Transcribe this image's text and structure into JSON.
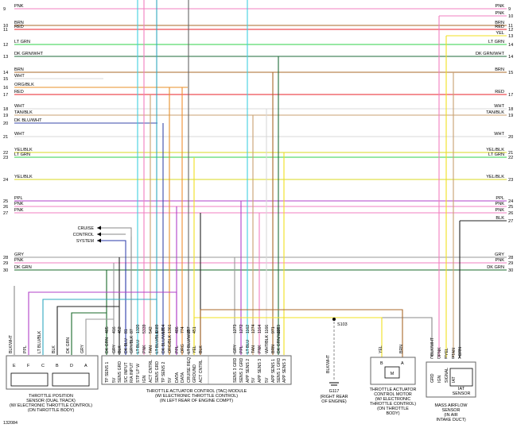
{
  "colors": {
    "PNK": "#f27fc0",
    "BRN": "#a8682a",
    "RED": "#e8202a",
    "LT GRN": "#2fd14a",
    "DK GRN/WHT": "#1e6b3a",
    "WHT": "#d8d8d8",
    "ORG/BLK": "#e8902a",
    "TAN/BLK": "#c8a070",
    "DK BLU/WHT": "#3a4aa8",
    "YEL/BLK": "#d8d820",
    "PPL": "#b040c8",
    "GRY": "#999999",
    "DK GRN": "#1a6a2a",
    "BLK": "#222222",
    "YEL": "#f0e020",
    "LT BLU": "#40d0e0",
    "DK BLU": "#2a3aa8",
    "LT BLU/BLK": "#30a8c0",
    "TAN": "#c8a070",
    "GRY/BLK": "#888888",
    "ORG": "#f09030",
    "DK GRN/WHT2": "#1e6b3a",
    "box": "#333333"
  },
  "rows": [
    {
      "num": "9",
      "left": "PNK",
      "right": "PNK",
      "rnum": "9",
      "color": "PNK"
    },
    {
      "num": "10",
      "left": "BRN",
      "right": "BRN",
      "rnum": "11",
      "color": "BRN"
    },
    {
      "num": "11",
      "left": "RED",
      "right": "RED",
      "rnum": "12",
      "color": "RED"
    },
    {
      "num": "12",
      "left": "LT GRN",
      "right": "LT GRN",
      "rnum": "14",
      "color": "LT GRN"
    },
    {
      "num": "13",
      "left": "DK GRN/WHT",
      "right": "DK GRN/WHT",
      "rnum": "14",
      "color": "DK GRN/WHT"
    },
    {
      "num": "14",
      "left": "BRN",
      "right": "BRN",
      "rnum": "15",
      "color": "BRN"
    },
    {
      "num": "15",
      "left": "WHT",
      "right": "",
      "rnum": "",
      "color": "WHT"
    },
    {
      "num": "16",
      "left": "ORG/BLK",
      "right": "",
      "rnum": "",
      "color": "ORG/BLK"
    },
    {
      "num": "17",
      "left": "RED",
      "right": "RED",
      "rnum": "17",
      "color": "RED"
    },
    {
      "num": "18",
      "left": "WHT",
      "right": "WHT",
      "rnum": "18",
      "color": "WHT"
    },
    {
      "num": "19",
      "left": "TAN/BLK",
      "right": "TAN/BLK",
      "rnum": "19",
      "color": "TAN/BLK"
    },
    {
      "num": "20",
      "left": "DK BLU/WHT",
      "right": "",
      "rnum": "",
      "color": "DK BLU/WHT"
    },
    {
      "num": "21",
      "left": "WHT",
      "right": "WHT",
      "rnum": "20",
      "color": "WHT"
    },
    {
      "num": "22",
      "left": "YEL/BLK",
      "right": "YEL/BLK",
      "rnum": "21",
      "color": "YEL/BLK"
    },
    {
      "num": "23",
      "left": "LT GRN",
      "right": "LT GRN",
      "rnum": "22",
      "color": "LT GRN"
    },
    {
      "num": "24",
      "left": "YEL/BLK",
      "right": "YEL/BLK",
      "rnum": "23",
      "color": "YEL/BLK"
    },
    {
      "num": "25",
      "left": "PPL",
      "right": "PPL",
      "rnum": "24",
      "color": "PPL"
    },
    {
      "num": "26",
      "left": "PNK",
      "right": "PNK",
      "rnum": "25",
      "color": "PNK"
    },
    {
      "num": "27",
      "left": "PNK",
      "right": "PNK",
      "rnum": "26",
      "color": "PNK"
    },
    {
      "num": "28",
      "left": "GRY",
      "right": "GRY",
      "rnum": "28",
      "color": "GRY"
    },
    {
      "num": "29",
      "left": "PNK",
      "right": "PNK",
      "rnum": "29",
      "color": "PNK"
    },
    {
      "num": "30",
      "left": "DK GRN",
      "right": "DK GRN",
      "rnum": "30",
      "color": "DK GRN"
    }
  ],
  "extra_right": [
    {
      "label": "PNK",
      "rnum": "10",
      "color": "PNK"
    },
    {
      "label": "YEL",
      "rnum": "13",
      "color": "YEL"
    },
    {
      "label": "BLK",
      "rnum": "27",
      "color": "BLK"
    }
  ],
  "cruise": [
    "CRUISE",
    "CONTROL",
    "SYSTEM"
  ],
  "tp_sensor": {
    "pins": [
      "E",
      "F",
      "C",
      "B",
      "D",
      "A"
    ],
    "wires": [
      "BLK/WHT",
      "PPL",
      "LT BLU/BLK",
      "BLK",
      "DK GRN",
      "GRY"
    ],
    "caption": [
      "THROTTLE POSITION",
      "SENSOR (DUAL TRACK)",
      "(W/ ELECTRONIC THROTTLE CONTROL)",
      "(ON THROTTLE BODY)"
    ]
  },
  "tac_module": {
    "circuits": [
      "485",
      "416",
      "452",
      "81",
      "87",
      "1320",
      "5339",
      "542",
      "1689",
      "1704",
      "1361",
      "486",
      "774",
      "397",
      "451",
      "",
      "1273",
      "1272",
      "1162",
      "1274",
      "1164",
      "1166",
      "971",
      "1163",
      ""
    ],
    "wires": [
      "DK GRN",
      "GRY",
      "BLK",
      "DK BLU",
      "GRY/BLK",
      "LT BLU",
      "PNK",
      "TAN",
      "LT BLU/BLK",
      "DK BLU/WHT",
      "ORG/BLK",
      "PPL",
      "ORG",
      "LT BLU/WHT",
      "YEL",
      "BLK",
      "GRY",
      "PPL",
      "LT BLU",
      "TAN",
      "PNK",
      "WHT/BLK",
      "BRN",
      "DK GRN/WHT",
      ""
    ],
    "pins": [
      "1",
      "2",
      "3",
      "4",
      "5",
      "6",
      "7",
      "8",
      "9",
      "10",
      "11",
      "12",
      "13",
      "14",
      "15",
      "16",
      "C1",
      "A",
      "B",
      "C",
      "D",
      "E",
      "F",
      "G",
      "H",
      "J",
      "K",
      "C2"
    ],
    "functions": [
      "TP SENS 1",
      "5V",
      "SENS GRD",
      "S/C INPUT",
      "R/A INPUT",
      "STP LP W",
      "IGN",
      "ACT CNTRL",
      "SENS GRD",
      "TP SENS 2",
      "5V",
      "DATA",
      "DATA",
      "CRUISE REQ",
      "GROUND",
      "ACT CNTRL",
      "SENS 3 GRD",
      "SENS 2 GRD",
      "APP SENS 2",
      "5V",
      "APP SENS 3",
      "5V",
      "APP SENS 1",
      "SENS 1 GRD",
      "APP SENS 3"
    ],
    "caption": [
      "THROTTLE ACTUATOR CONTROL (TAC) MODULE",
      "(W/ ELECTRONIC THROTTLE CONTROL)",
      "(IN LEFT REAR OF ENGINE COMPT)"
    ]
  },
  "splice": "S103",
  "ground": {
    "wire": "BLK/WHT",
    "id": "G117",
    "caption": [
      "(RIGHT REAR",
      "OF ENGINE)"
    ]
  },
  "motor": {
    "pins": [
      "B",
      "A"
    ],
    "wires": [
      "YEL",
      "BRN"
    ],
    "symbol": "M",
    "caption": [
      "THROTTLE ACTUATOR",
      "CONTROL MOTOR",
      "(W/ ELECTRONIC",
      "THROTTLE CONTROL)",
      "(ON THROTTLE",
      "BODY)"
    ]
  },
  "maf": {
    "pins": [
      "C",
      "D",
      "E",
      "B",
      "A"
    ],
    "wires": [
      "BLK/WHT",
      "PNK",
      "YEL",
      "TAN",
      "BRN"
    ],
    "functions": [
      "GRD",
      "IGN",
      "SIGNAL",
      "IAT"
    ],
    "caption": [
      "MASS AIRFLOW",
      "SENSOR",
      "(IN AIR",
      "INTAKE DUCT)"
    ],
    "inner": [
      "IAT",
      "SENSOR"
    ]
  },
  "fig_id": "132084"
}
